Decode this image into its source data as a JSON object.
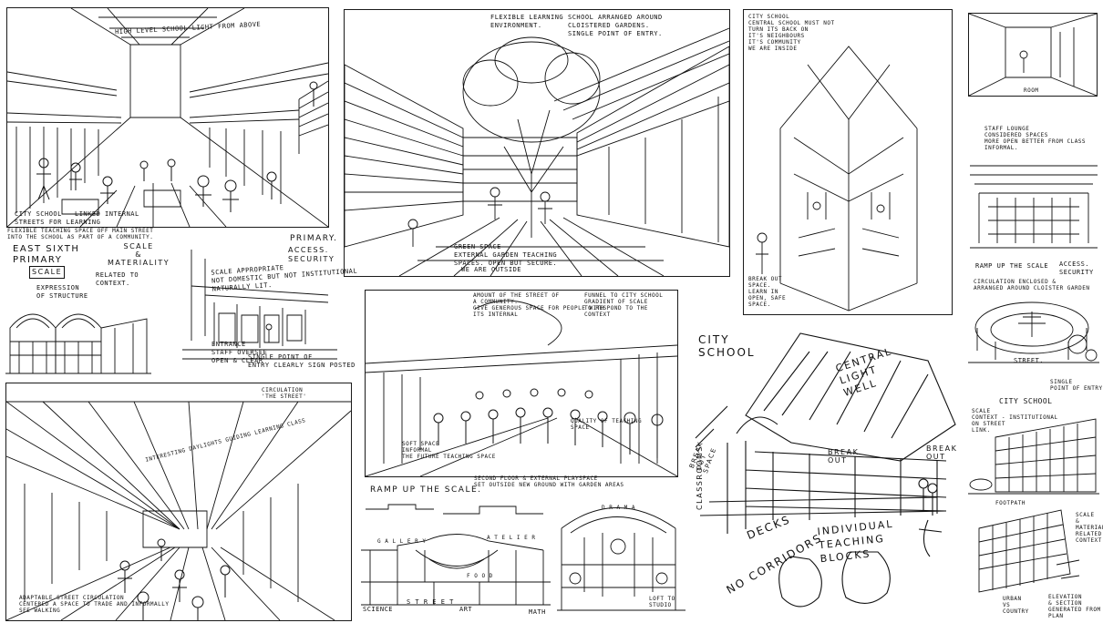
{
  "colors": {
    "ink": "#111111",
    "paper": "#ffffff"
  },
  "panels": {
    "atrium": {
      "caption_top": "HIGH LEVEL SCHOOL LIGHT FROM ABOVE",
      "note_bottom": "CITY SCHOOL — LINKED INTERNAL STREETS FOR LEARNING",
      "caption_below": "FLEXIBLE TEACHING SPACE OFF MAIN STREET\nINTO THE SCHOOL AS PART OF A COMMUNITY."
    },
    "courtyard": {
      "note_top_a": "FLEXIBLE LEARNING\nENVIRONMENT.",
      "note_top_b": "SCHOOL ARRANGED AROUND\nCLOISTERED GARDENS.\nSINGLE POINT OF ENTRY.",
      "note_middle": "GREEN SPACE\nEXTERNAL GARDEN TEACHING\nSPACES. OPEN BUT SECURE.",
      "note_bottom": "WE ARE OUTSIDE"
    },
    "light_well": {
      "note_top": "CITY SCHOOL\nCENTRAL SCHOOL MUST NOT\nTURN ITS BACK ON\nIT'S NEIGHBOURS\nIT'S COMMUNITY",
      "note_small": "WE ARE INSIDE",
      "note_bottom": "BREAK OUT\nSPACE.\nLEARN IN\nOPEN, SAFE\nSPACE."
    },
    "staff_room": {
      "note_top": "ROOM",
      "note_mid": "STAFF LOUNGE\nCONSIDERED SPACES\nMORE OPEN BETTER FROM CLASS\nINFORMAL."
    },
    "east_sixth": {
      "title": "EAST SIXTH\nPRIMARY",
      "boxed": "SCALE",
      "scale_label": "SCALE\n&\nMATERIALITY",
      "context_label": "RELATED TO\nCONTEXT.",
      "primary_label": "PRIMARY.",
      "access_label": "ACCESS.\nSECURITY",
      "expression": "EXPRESSION\nOF STRUCTURE",
      "scale_appropriate": "SCALE APPROPRIATE\nNOT DOMESTIC BUT NOT INSTITUTIONAL\nNATURALLY LIT.",
      "entrance": "ENTRANCE\nSTAFF OVERSEE\nOPEN & CLEAR",
      "single_point": "SINGLE POINT OF\nENTRY CLEARLY SIGN POSTED"
    },
    "cloister_garden": {
      "ramp": "RAMP UP THE SCALE",
      "access": "ACCESS.\nSECURITY",
      "circulation": "CIRCULATION ENCLOSED &\nARRANGED AROUND CLOISTER GARDEN",
      "street": "STREET.",
      "entry": "SINGLE\nPOINT OF ENTRY"
    },
    "circulation_street": {
      "caption_top": "CIRCULATION\n'THE STREET'",
      "note_roof": "INTERESTING DAYLIGHTS GUIDING LEARNING CLASS",
      "caption_bottom": "ADAPTABLE STREET CIRCULATION\nCENTERED A SPACE TO TRADE AND INFORMALLY\nSEE WALKING"
    },
    "social_hall": {
      "note_top_a": "AMOUNT OF THE STREET OF\nA COMMUNITY.\nGIVE GENEROUS SPACE FOR PEOPLE WITH\nITS INTERNAL",
      "note_top_b": "FUNNEL TO CITY SCHOOL\nGRADIENT OF SCALE\nTO RESPOND TO THE CONTEXT",
      "note_mid": "SOFT SPACE\nINFORMAL\nTHE FUTURE TEACHING SPACE",
      "note_right": "QUALITY OF TEACHING\nSPACE",
      "caption_bottom": "SECOND FLOOR & EXTERNAL PLAYSPACE\nSET OUTSIDE NEW GROUND WITH GARDEN AREAS"
    },
    "sections": {
      "ramp": "RAMP UP THE SCALE.",
      "science": "SCIENCE",
      "street": "S T R E E T",
      "art": "ART",
      "math": "MATH",
      "room_a": "G A L L E R Y",
      "room_b": "A T E L I E R",
      "drama": "D R A M A",
      "food": "F O O D",
      "loft": "LOFT TO\nSTUDIO"
    },
    "city_school": {
      "title": "CITY\nSCHOOL",
      "central": "CENTRAL\nLIGHT\nWELL",
      "classrooms": "CLASSROOMS",
      "break_out": "BREAK\nOUT\nSPACE",
      "break_a": "BREAK\nOUT",
      "break_b": "BREAK\nOUT",
      "decks": "DECKS",
      "no_corridors": "NO CORRIDORS",
      "individual": "INDIVIDUAL\nTEACHING\nBLOCKS"
    },
    "elevation": {
      "title": "CITY SCHOOL",
      "scale": "SCALE\nCONTEXT - INSTITUTIONAL\nON STREET\nLINK.",
      "footpath": "FOOTPATH",
      "scale_b": "SCALE\n&\nMATERIALITY\nRELATED TO\nCONTEXT",
      "urban": "URBAN\nVs\nCOUNTRY",
      "section": "ELEVATION\n& SECTION\nGENERATED FROM\nPLAN"
    }
  }
}
